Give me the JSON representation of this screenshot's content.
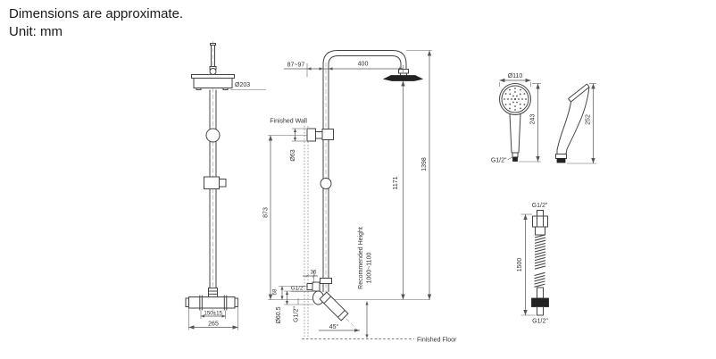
{
  "header": {
    "line1": "Dimensions are approximate.",
    "line2": "Unit: mm"
  },
  "column": {
    "head_diameter": "Ø203",
    "inlet_spacing": "150±15",
    "valve_width": "265"
  },
  "front": {
    "wall_offset": "87~97",
    "arm_length": "400",
    "finished_wall": "Finished Wall",
    "escutcheon_diameter": "Ø63",
    "bracket_height": "873",
    "head_height": "1171",
    "total_height": "1398",
    "outlet_offset": "36",
    "inlet_thread": "G1/2\"",
    "outlet_drop": "68",
    "spout_escutcheon": "Ø60.5",
    "spout_thread": "G1/2\"",
    "spout_angle": "45°",
    "recommended_height": "Recommended Height",
    "recommended_range": "1000~1100",
    "finished_floor": "Finished Floor"
  },
  "handshower": {
    "diameter": "Ø110",
    "front_height": "243",
    "side_height": "252",
    "thread": "G1/2\""
  },
  "hose": {
    "top_thread": "G1/2\"",
    "length": "1500",
    "bottom_thread": "G1/2\""
  }
}
